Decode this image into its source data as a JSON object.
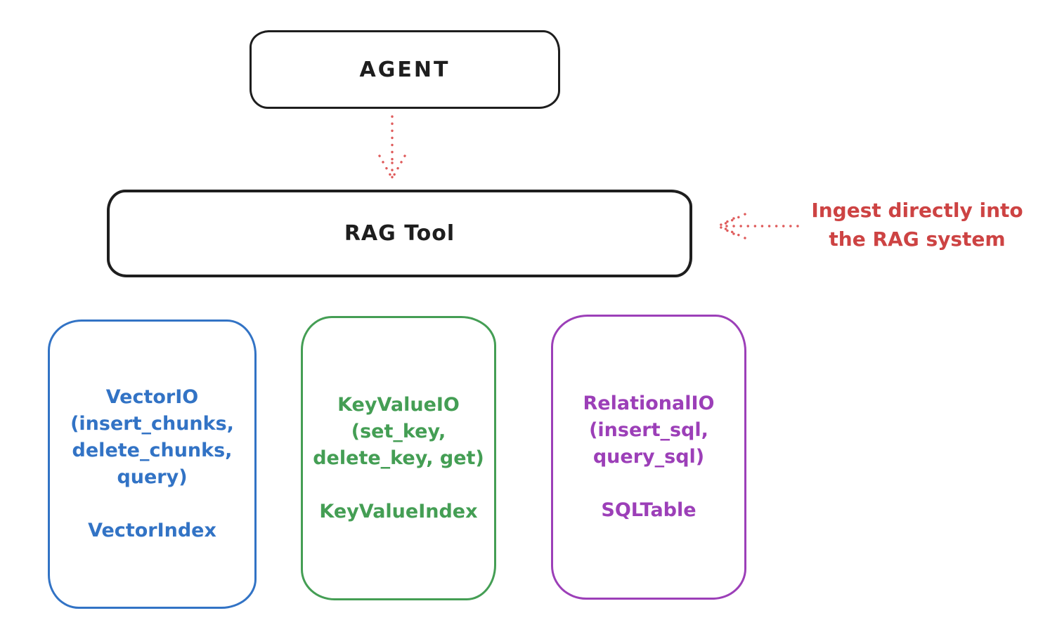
{
  "colors": {
    "ink": "#1e1e1e",
    "red_text": "#cd4343",
    "red_arrow": "#df5b5b",
    "blue": "#3273c5",
    "green": "#449e54",
    "purple": "#9c3fb8",
    "background": "#ffffff"
  },
  "agent": {
    "label": "AGENT"
  },
  "rag_tool": {
    "label": "RAG Tool"
  },
  "annotation": {
    "line1": "Ingest directly into",
    "line2": "the RAG system"
  },
  "arrows": [
    {
      "name": "agent-to-ragtool",
      "style": "dotted",
      "direction": "down"
    },
    {
      "name": "ingest-into-ragtool",
      "style": "dotted",
      "direction": "left"
    }
  ],
  "modules": [
    {
      "name": "vector-io",
      "color": "#3273c5",
      "lines": [
        "VectorIO",
        "(insert_chunks,",
        "delete_chunks,",
        "query)"
      ],
      "index_label": "VectorIndex"
    },
    {
      "name": "key-value-io",
      "color": "#449e54",
      "lines": [
        "KeyValueIO",
        "(set_key,",
        "delete_key, get)"
      ],
      "index_label": "KeyValueIndex"
    },
    {
      "name": "relational-io",
      "color": "#9c3fb8",
      "lines": [
        "RelationalIO",
        "(insert_sql,",
        "query_sql)"
      ],
      "index_label": "SQLTable"
    }
  ]
}
